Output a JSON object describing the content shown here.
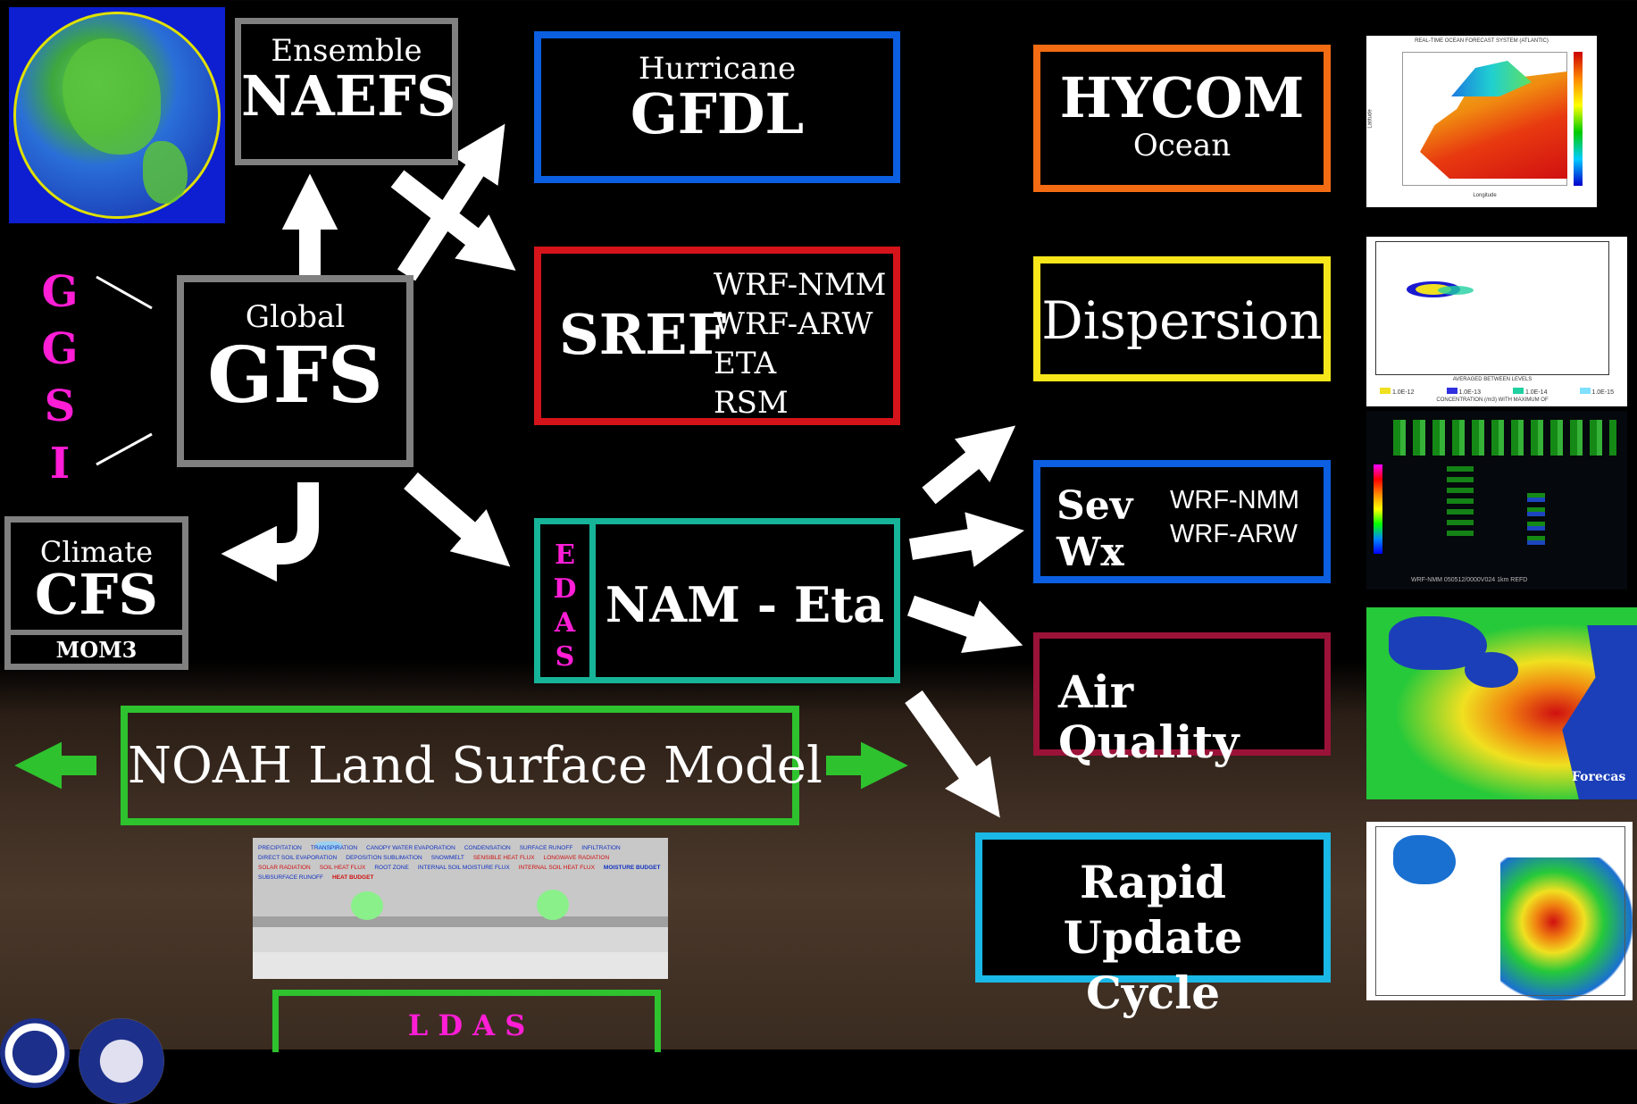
{
  "ggsi_letters": [
    "G",
    "G",
    "S",
    "I"
  ],
  "naefs": {
    "subtitle": "Ensemble",
    "title": "NAEFS"
  },
  "gfdl": {
    "subtitle": "Hurricane",
    "title": "GFDL"
  },
  "hycom": {
    "title": "HYCOM",
    "subtitle": "Ocean"
  },
  "gfs": {
    "subtitle": "Global",
    "title": "GFS"
  },
  "sref": {
    "title": "SREF",
    "members": [
      "WRF-NMM",
      "WRF-ARW",
      "ETA",
      "RSM"
    ]
  },
  "dispersion": {
    "title": "Dispersion"
  },
  "cfs": {
    "subtitle": "Climate",
    "title": "CFS",
    "footer": "MOM3"
  },
  "nam": {
    "title": "NAM - Eta",
    "edas_letters": [
      "E",
      "D",
      "A",
      "S"
    ]
  },
  "sevwx": {
    "line1": "Sev",
    "line2": "Wx",
    "members": [
      "WRF-NMM",
      "WRF-ARW"
    ]
  },
  "airquality": {
    "title": "Air Quality"
  },
  "noah": {
    "title": "NOAH Land Surface Model"
  },
  "ruc": {
    "line1": "Rapid Update",
    "line2": "Cycle"
  },
  "ldas": {
    "title": "L D A S"
  },
  "thumb_aq": {
    "caption": "Forecas"
  },
  "thumb_sevwx": {
    "caption": "WRF-NMM 050512/0000V024 1km REFD"
  },
  "thumb_hycom": {
    "header": "REAL-TIME OCEAN FORECAST SYSTEM (ATLANTIC)",
    "xlabel": "Longitude",
    "ylabel": "Latitude"
  },
  "thumb_disp": {
    "legend": [
      "1.0E-12",
      "1.0E-13",
      "1.0E-14",
      "1.0E-15"
    ],
    "note": "AVERAGED BETWEEN LEVELS",
    "note2": "CONCENTRATION (/m3) WITH MAXIMUM OF"
  },
  "noah_diagram": {
    "labels": [
      "PRECIPITATION",
      "TRANSPIRATION",
      "CANOPY WATER EVAPORATION",
      "CONDENSATION",
      "SURFACE RUNOFF",
      "INFILTRATION",
      "DIRECT SOIL EVAPORATION",
      "DEPOSITION SUBLIMATION",
      "SNOWMELT",
      "SENSIBLE HEAT FLUX",
      "LONGWAVE RADIATION",
      "SOLAR RADIATION",
      "SOIL HEAT FLUX",
      "ROOT ZONE",
      "INTERNAL SOIL MOISTURE FLUX",
      "INTERNAL SOIL HEAT FLUX",
      "MOISTURE BUDGET",
      "SUBSURFACE RUNOFF",
      "HEAT BUDGET"
    ]
  },
  "colors": {
    "gray": "#808080",
    "blue": "#0b5fe0",
    "red": "#d4131a",
    "orange": "#f36b12",
    "yellow": "#f6e61a",
    "teal": "#16b498",
    "maroon": "#9b1238",
    "green": "#2ec22e",
    "cyan": "#1ab8e6",
    "magenta": "#ff1dd6"
  }
}
